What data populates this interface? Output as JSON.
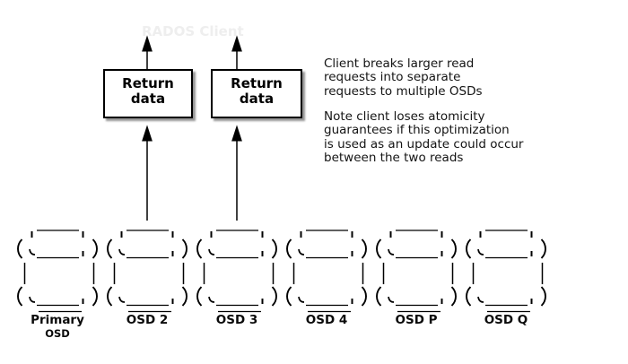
{
  "title": {
    "text": "RADOS Client"
  },
  "boxes": [
    {
      "line1": "Return",
      "line2": "data"
    },
    {
      "line1": "Return",
      "line2": "data"
    }
  ],
  "annotations": {
    "para1": "Client breaks larger read\nrequests into separate\nrequests to multiple OSDs",
    "para2": "Note client loses atomicity\nguarantees if this optimization\nis used as an update could occur\nbetween the two reads"
  },
  "osds": [
    {
      "label": "Primary",
      "label2": "OSD"
    },
    {
      "label": "OSD 2"
    },
    {
      "label": "OSD 3"
    },
    {
      "label": "OSD 4"
    },
    {
      "label": "OSD P"
    },
    {
      "label": "OSD Q"
    }
  ],
  "colors": {
    "background": "#ffffff",
    "ink": "#000000",
    "annotation_text": "#141414",
    "ghost_title": "#eeeeee",
    "box_shadow": "#999999"
  }
}
